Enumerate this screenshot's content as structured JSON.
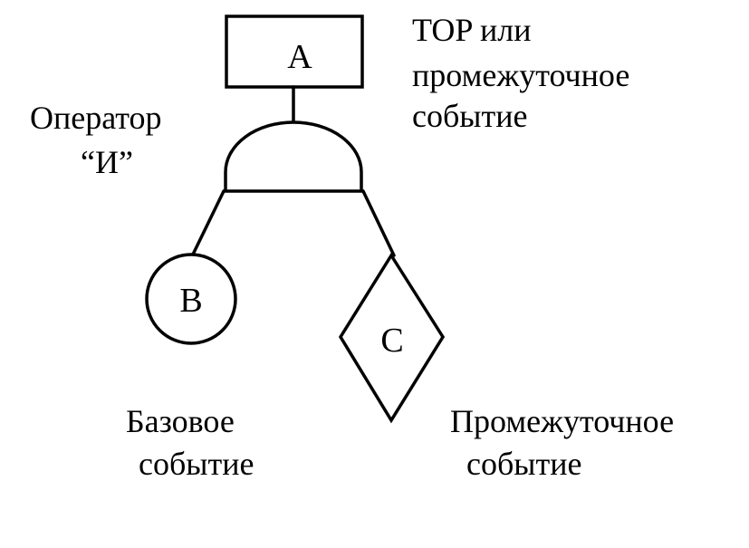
{
  "nodes": {
    "top_event": {
      "letter": "A"
    },
    "basic_event": {
      "letter": "B"
    },
    "intermediate_event": {
      "letter": "C"
    }
  },
  "labels": {
    "top_label": [
      "TOP или",
      "промежуточное",
      "событие"
    ],
    "operator_label": [
      "Оператор",
      "“И”"
    ],
    "basic_label": [
      "Базовое",
      "событие"
    ],
    "intermediate_label": [
      "Промежуточное",
      "событие"
    ]
  },
  "colors": {
    "ink": "#000000",
    "background": "#ffffff"
  }
}
